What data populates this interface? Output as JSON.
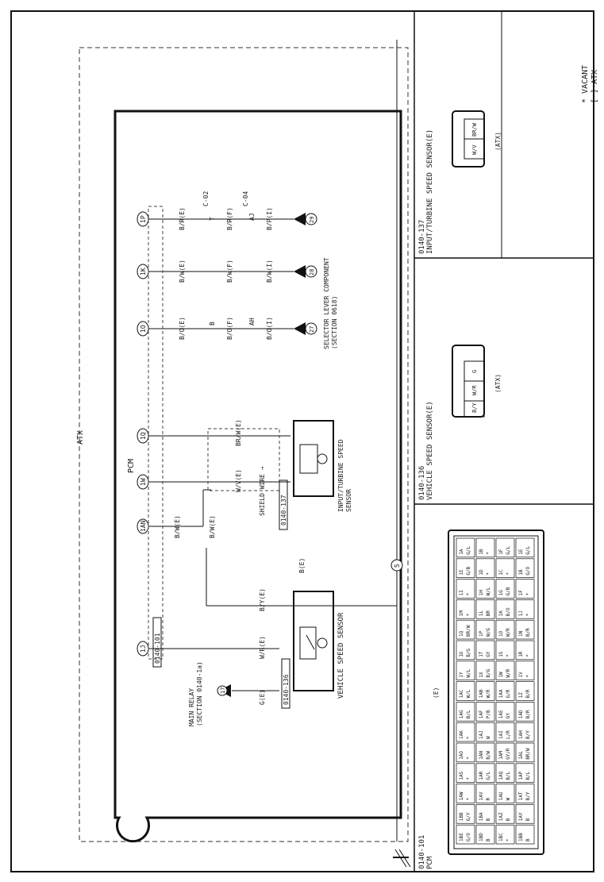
{
  "legend": {
    "bracket_symbol": "[ ]",
    "bracket_meaning": "ATX",
    "star_symbol": "*",
    "star_meaning": "VACANT"
  },
  "main": {
    "atx_label": "ATX",
    "pcm_label": "PCM",
    "ground_node": "5",
    "shield_wire_label": "SHIELD WIRE",
    "main_relay": {
      "line1": "MAIN RELAY",
      "line2": "(SECTION 0140-1a)",
      "node": "17"
    },
    "pins": [
      {
        "id": "1J"
      },
      {
        "id": "1AN"
      },
      {
        "id": "1W"
      },
      {
        "id": "1Q"
      },
      {
        "id": "1O"
      },
      {
        "id": "1K"
      },
      {
        "id": "1P"
      }
    ],
    "wires": {
      "relay_g": "G(E)",
      "w_r": "W/R(E)",
      "b_y": "B/Y(E)",
      "b_ground": "B(E)",
      "b_w_top": "B/W(E)",
      "b_w_bottom": "B/W(E)",
      "w_v": "W/V(E)",
      "br_w": "BR/W(E)",
      "b_o_e": "B/O(E)",
      "b_o_f": "B/O(F)",
      "b_o_i": "B/O(I)",
      "b_w2_e": "B/W(E)",
      "b_w2_f": "B/W(F)",
      "b_w2_i": "B/W(I)",
      "b_r_e": "B/R(E)",
      "b_r_f": "B/R(F)",
      "b_p_i": "B/P(I)"
    },
    "junctions": {
      "c02": "C-02",
      "c04": "C-04",
      "t": "T",
      "aj": "AJ",
      "b": "B",
      "ah": "AH"
    },
    "connector_refs": {
      "pcm": "0140-101",
      "vss": "0140-136",
      "itss": "0140-137"
    },
    "components": {
      "vss": "VEHICLE SPEED SENSOR",
      "itss_line1": "INPUT/TURBINE SPEED",
      "itss_line2": "SENSOR",
      "selector_line1": "SELECTOR LEVER COMPONENT",
      "selector_line2": "(SECTION 0618)"
    },
    "grounds": {
      "g27": "27",
      "g28": "28",
      "g29": "29"
    }
  },
  "panels": {
    "pcm_ref": "0140-101",
    "pcm_title": "PCM",
    "pcm_variant": "(E)",
    "vss_ref": "0140-136",
    "vss_title": "VEHICLE SPEED SENSOR(E)",
    "vss_pins": [
      "B/Y",
      "W/R",
      "G"
    ],
    "vss_atx": "(ATX)",
    "itss_ref": "0140-137",
    "itss_title": "INPUT/TURBINE SPEED SENSOR(E)",
    "itss_pins": [
      "W/V",
      "BR/W"
    ],
    "itss_atx": "(ATX)"
  },
  "pcm_connector": {
    "rows": [
      [
        "1BE G/O",
        "1BB G/Y",
        "1AW *",
        "1AS *",
        "1AO *",
        "1AK *",
        "1AG B/L",
        "1AC W/L",
        "1Y W/L",
        "1U B/G",
        "1Q BR/W",
        "1M *",
        "1I *",
        "1E G/B",
        "1A G/L"
      ],
      [
        "1BD B",
        "1BA B",
        "1AV R",
        "1AR G/L",
        "1AN B/W",
        "1AJ W",
        "1AF P/B",
        "1AB W/R",
        "1X B/G",
        "1T GY",
        "1P W/G",
        "1L BR",
        "1H W/L",
        "1D *",
        "1B *"
      ],
      [
        "1BC *",
        "1AZ B",
        "1AU W",
        "1AQ B/L",
        "1AM GY/R",
        "1AI L/R",
        "1AE GY",
        "1AA G/R",
        "1W W/R",
        "1S *",
        "1O W/R",
        "1K B/O",
        "1G G/B",
        "1C *",
        "1F G/L"
      ],
      [
        "1BB B",
        "1AY B",
        "1AT B/Y",
        "1AP B/L",
        "1AL BR/W",
        "1AH B/Y",
        "1AD B/R",
        "1Z B/R",
        "1V *",
        "1R *",
        "1N B/R",
        "1J *",
        "1F *",
        "1B G/O",
        "1E G/L"
      ]
    ]
  }
}
